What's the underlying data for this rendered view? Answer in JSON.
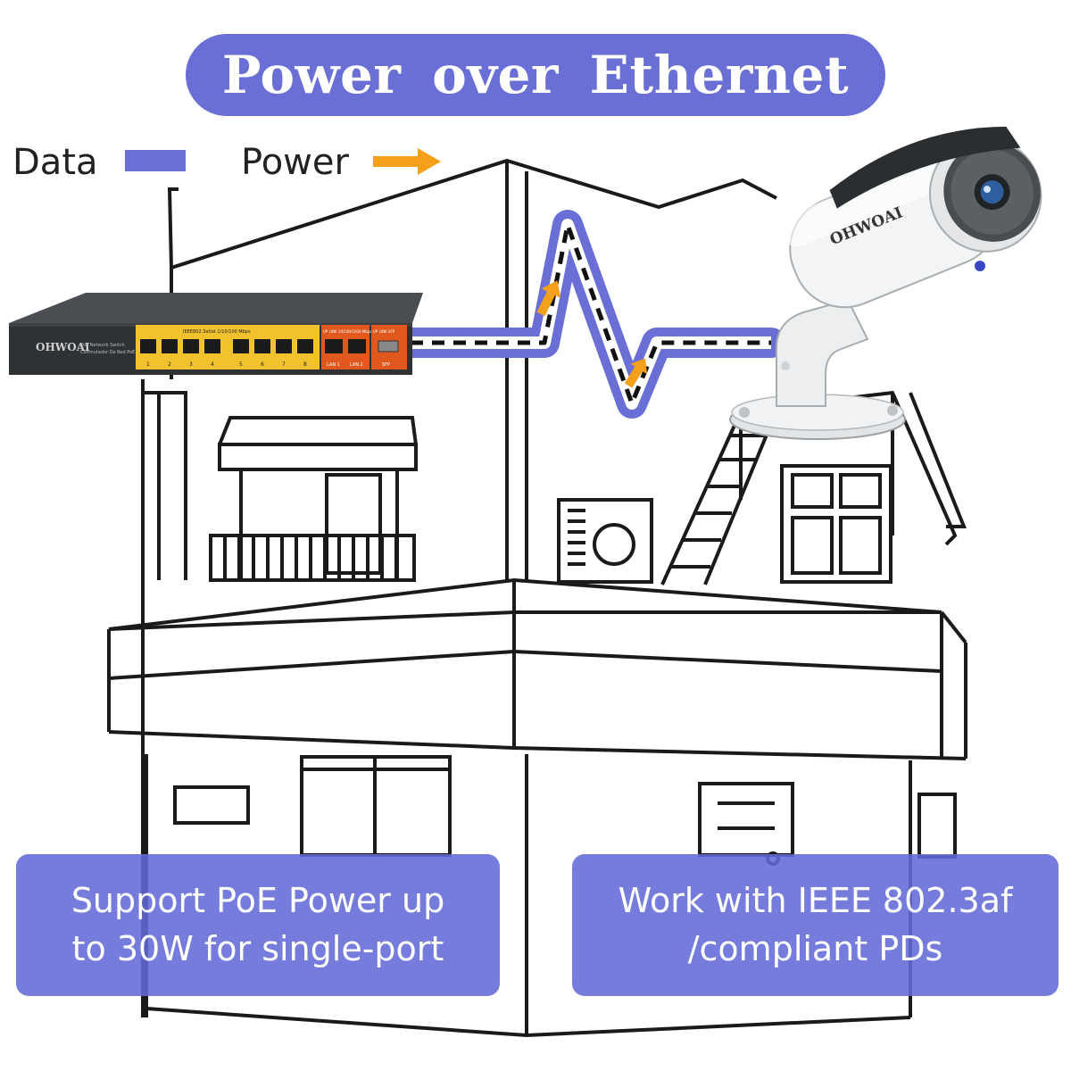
{
  "title": "Power  over  Ethernet",
  "legend": {
    "data_label": "Data",
    "power_label": "Power",
    "data_color": "#6a6fd6",
    "power_color": "#f5a01a"
  },
  "switch": {
    "brand": "OHWOAI",
    "subtitle_line1": "PoE Network Switch",
    "subtitle_line2": "Conmutador De Red PoE",
    "ports_header": "IEEE802.3af/at 1/10/100 Mbps",
    "port_numbers": [
      "1",
      "2",
      "3",
      "4",
      "5",
      "6",
      "7",
      "8"
    ],
    "uplink_header": "UP LINK 10/100/1000 Mbps",
    "uplink_labels": [
      "LAN 1",
      "LAN 2"
    ],
    "sfp_header": "UP LINK SFP",
    "sfp_label": "SFP"
  },
  "camera": {
    "brand": "OHWOAI"
  },
  "features": [
    {
      "text": "Support PoE Power up\nto 30W for single-port"
    },
    {
      "text": "Work with IEEE 802.3af\n/compliant PDs"
    }
  ]
}
